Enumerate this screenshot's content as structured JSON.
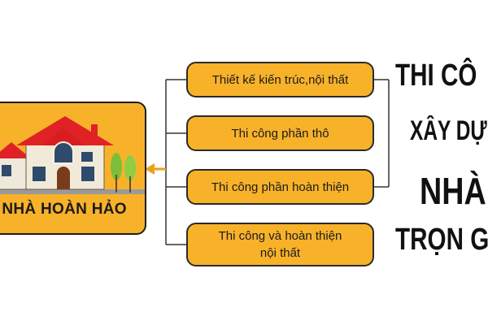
{
  "diagram": {
    "left_card_label": "ÔI NHÀ HOÀN HẢO",
    "steps": [
      "Thiết kế kiến trúc,nội thất",
      "Thi công phần thô",
      "Thi công phần hoàn thiện",
      "Thi công và hoàn thiện\nnội thất"
    ]
  },
  "headline": {
    "line1": "THI CÔ",
    "line2": "XÂY DỰ",
    "line3": "NHÀ",
    "line4": "TRỌN G"
  },
  "colors": {
    "box_fill": "#f8b22a",
    "box_border": "#2a2a2a",
    "arrow": "#e8a21c",
    "roof": "#e02226"
  },
  "icons": {
    "house": "house-illustration-icon",
    "trees": "tree-icon",
    "arrow": "arrow-left-icon"
  }
}
